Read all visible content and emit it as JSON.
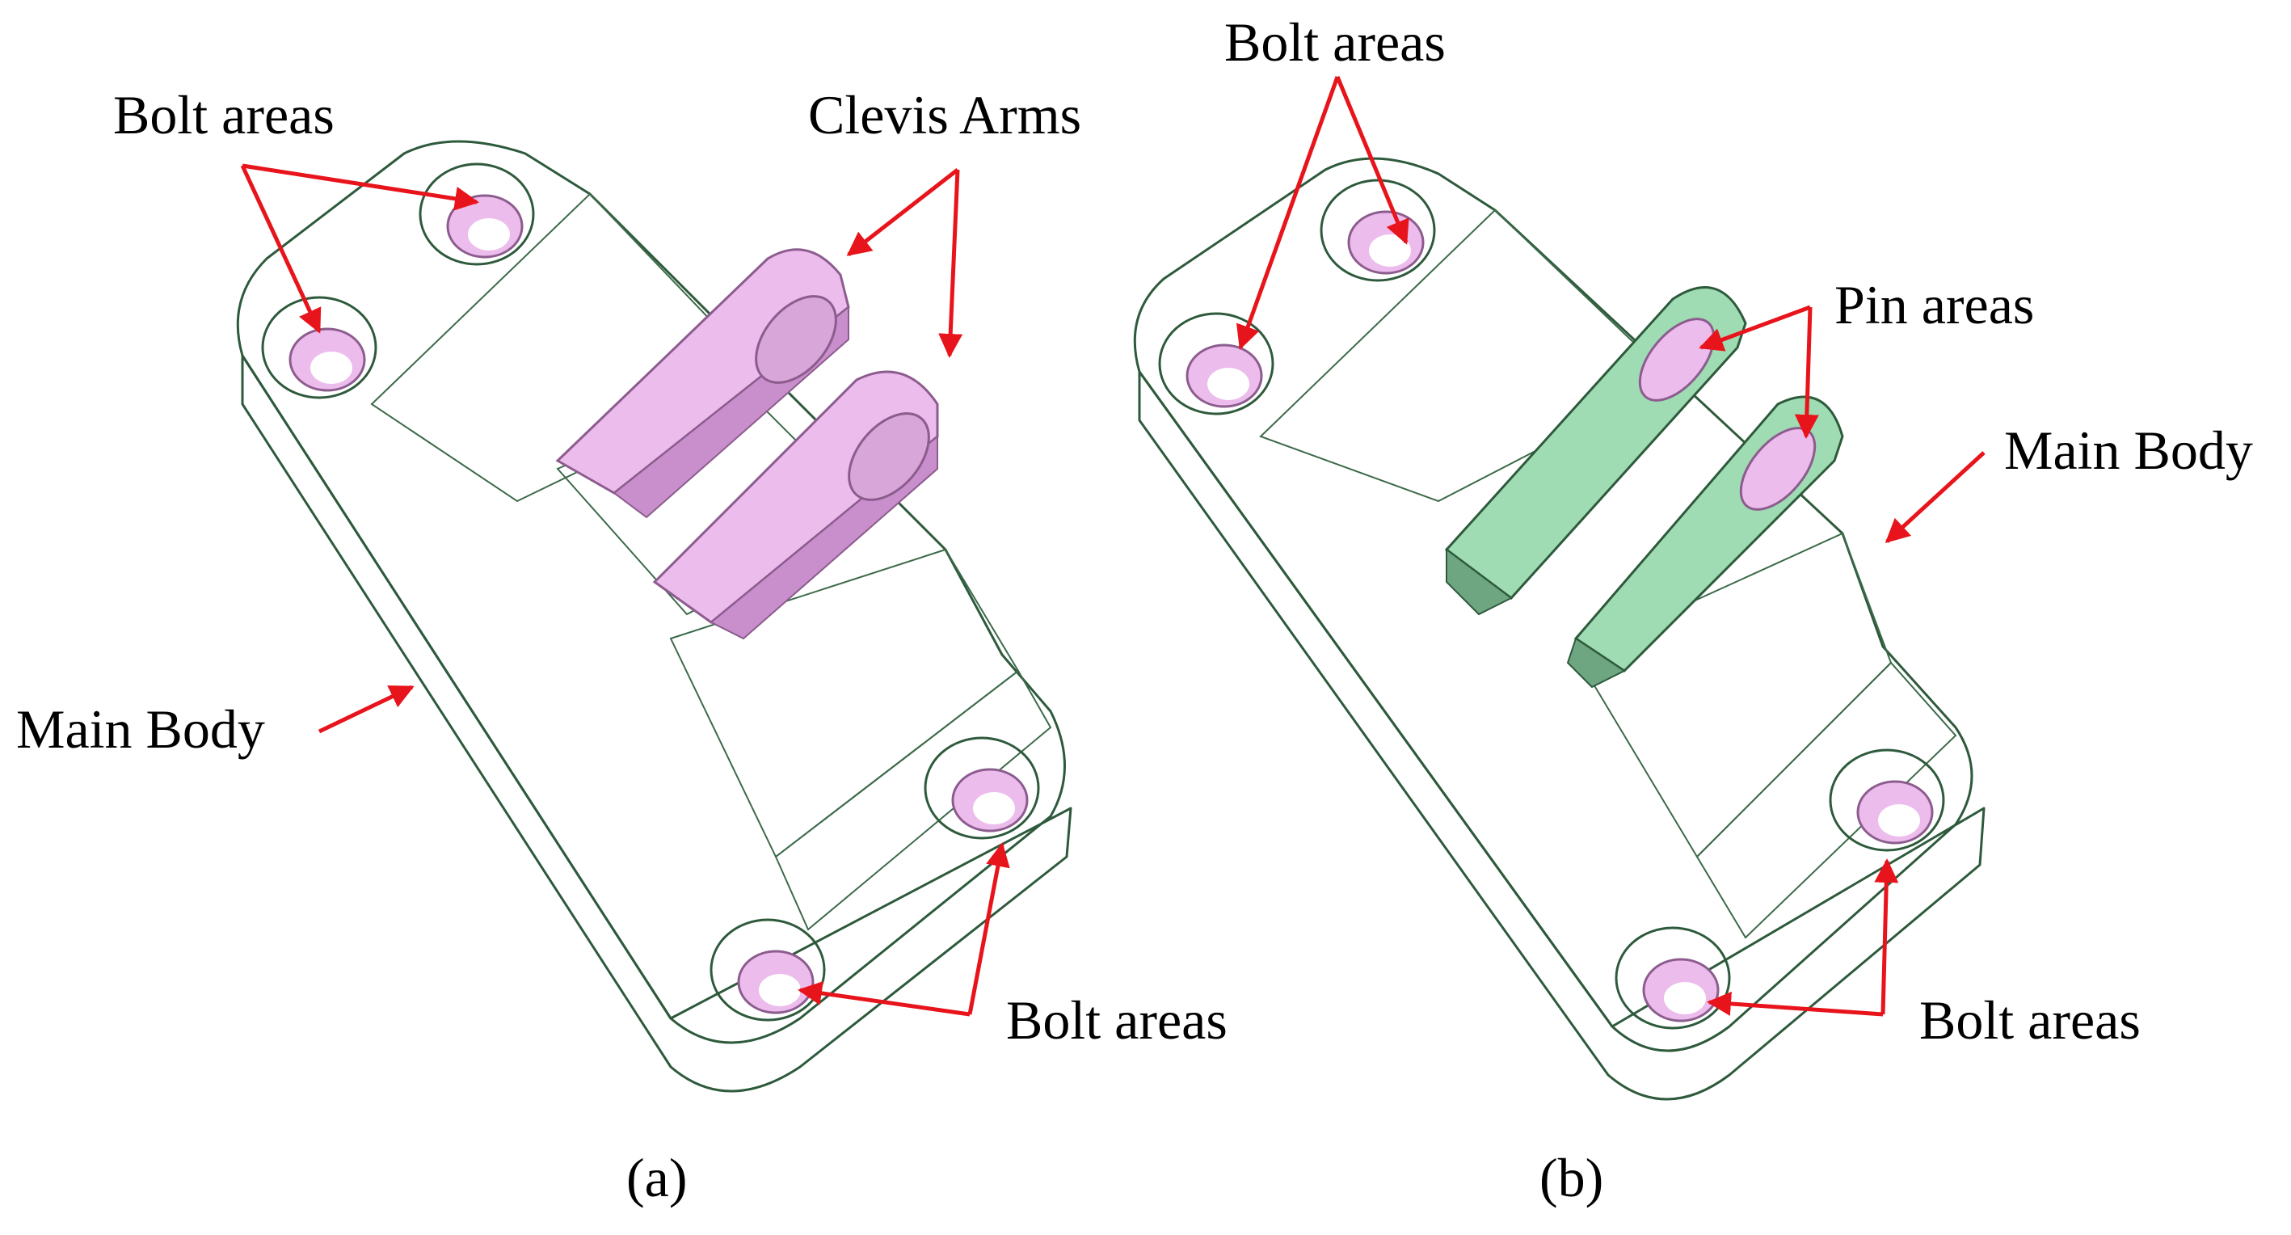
{
  "figure": {
    "panel_a": {
      "caption": "(a)",
      "labels": {
        "bolt_top": "Bolt areas",
        "clevis": "Clevis Arms",
        "main_body": "Main Body",
        "bolt_bottom": "Bolt areas"
      }
    },
    "panel_b": {
      "caption": "(b)",
      "labels": {
        "bolt_top": "Bolt areas",
        "pin": "Pin areas",
        "main_body": "Main Body",
        "bolt_bottom": "Bolt areas"
      }
    }
  },
  "colors": {
    "body_light": "#c9f5d6",
    "body_mid": "#a8e6bd",
    "body_shade": "#86c99c",
    "body_dark": "#6fa682",
    "highlight_pink": "#f0c2ee",
    "pink_dark": "#c88fcc",
    "arrow_red": "#e8141b"
  }
}
